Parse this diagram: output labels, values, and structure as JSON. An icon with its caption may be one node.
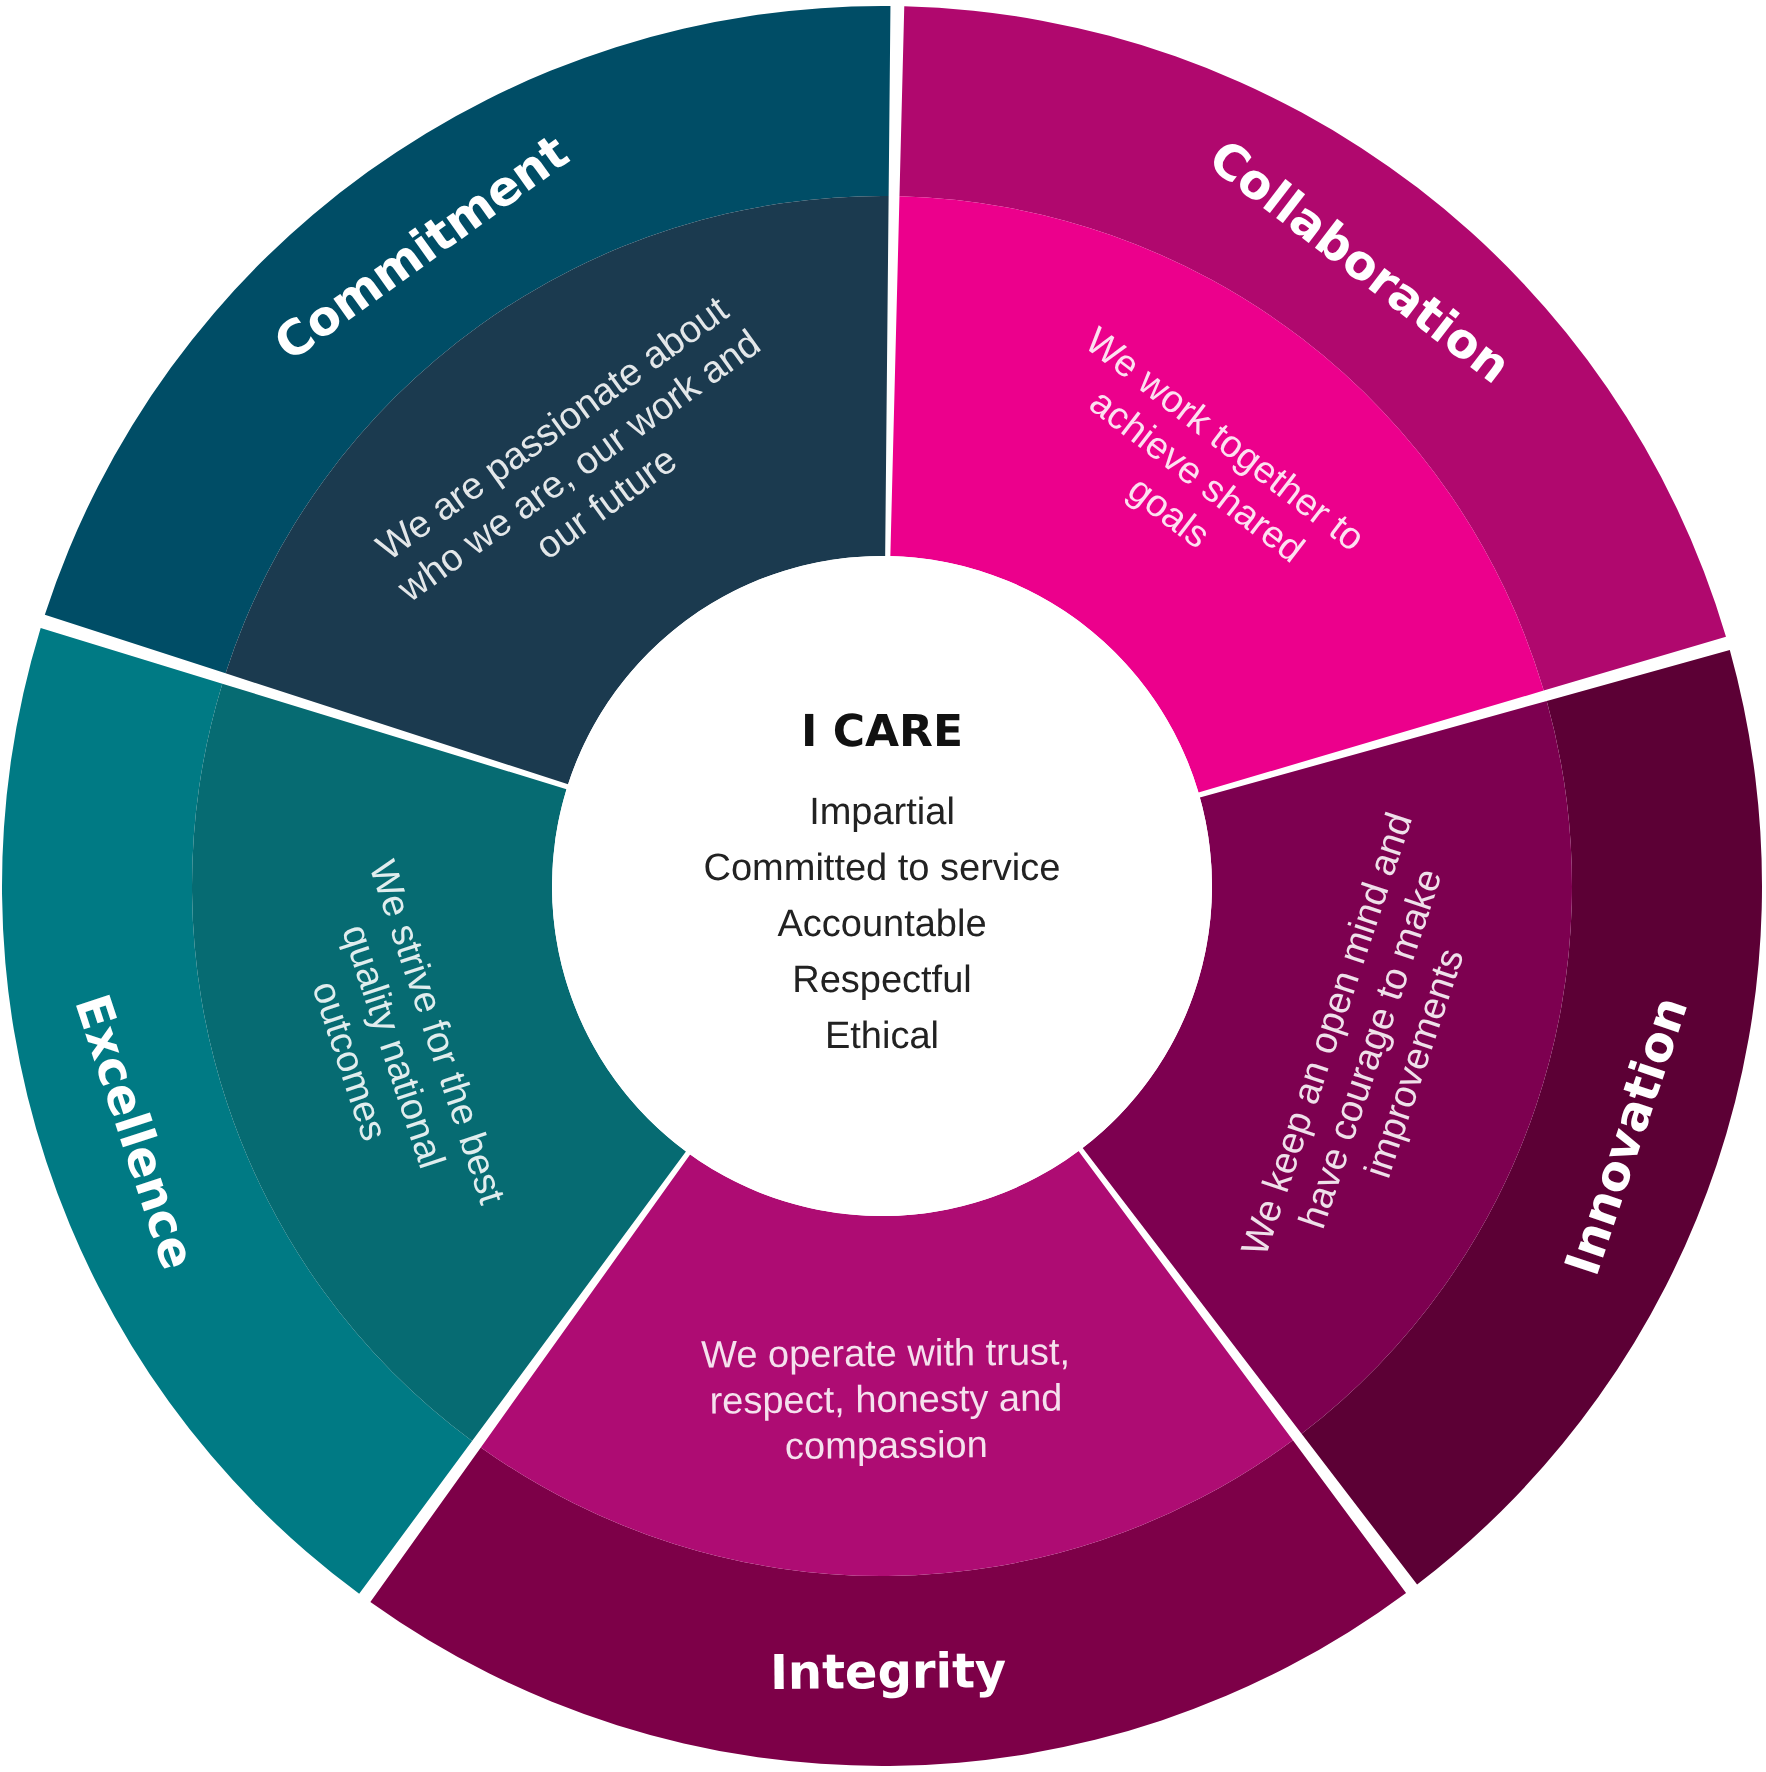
{
  "diagram": {
    "nodes": [
      {
        "text": [
          "I CARE",
          "Impartial",
          "Committed to service",
          "Accountable",
          "Respectful",
          "Ethical"
        ]
      },
      {
        "text": [
          "Commitment",
          "We are passionate about who we are, our work and our future"
        ]
      },
      {
        "text": [
          "Collaboration",
          "We work together to achieve shared goals"
        ]
      },
      {
        "text": [
          "Excellence",
          "We strive for the best quality national outcomes"
        ]
      },
      {
        "text": [
          "We keep an open mind and have courage to make improvements",
          "Innovation"
        ]
      },
      {
        "text": [
          "We operate with trust, respect, honesty and compassion",
          "Integrity"
        ]
      }
    ],
    "edges": []
  }
}
